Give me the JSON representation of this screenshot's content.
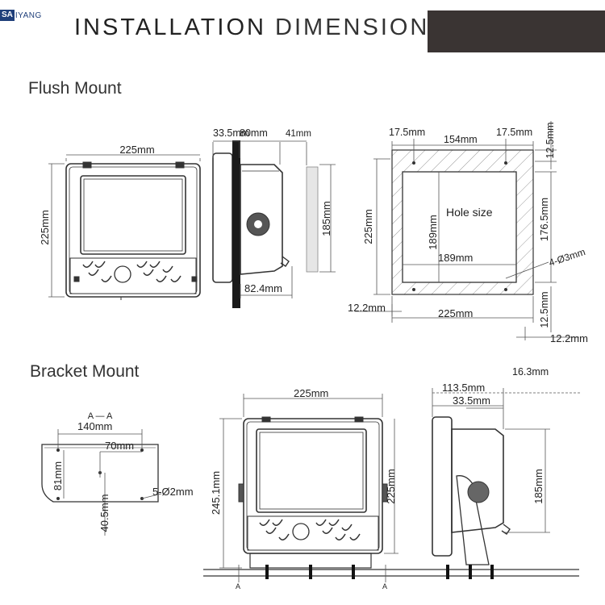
{
  "brand": {
    "logo_box": "SA",
    "logo_text": "IYANG"
  },
  "header": {
    "title_part1": "INSTALLATION",
    "title_part2": "DIMENSION",
    "bar_color": "#3a3433"
  },
  "sections": {
    "flush": "Flush Mount",
    "bracket": "Bracket Mount"
  },
  "flush_front": {
    "width": "225mm",
    "height": "225mm"
  },
  "flush_side": {
    "d1": "33.5mm",
    "d2": "80mm",
    "d3": "41mm",
    "h": "185mm",
    "d4": "82.4mm"
  },
  "flush_cutout": {
    "top_left": "17.5mm",
    "top_mid": "154mm",
    "top_right": "17.5mm",
    "right_top": "12.5mm",
    "height": "225mm",
    "hole_label": "Hole size",
    "hole_h": "189mm",
    "right_mid": "176.5mm",
    "hole_w": "189mm",
    "holes": "4-Ø3mm",
    "left_bottom": "12.2mm",
    "bottom_w": "225mm",
    "right_bottom": "12.5mm",
    "bottom_right": "12.2mm"
  },
  "bracket_section": {
    "label": "A — A",
    "w1": "140mm",
    "w2": "70mm",
    "h1": "81mm",
    "h2": "40.5mm",
    "holes": "5-Ø2mm"
  },
  "bracket_front": {
    "width": "225mm",
    "h_total": "245.1mm",
    "h_body": "225mm",
    "marker_left": "A",
    "marker_right": "A"
  },
  "bracket_side": {
    "d_top": "16.3mm",
    "d1": "113.5mm",
    "d2": "33.5mm",
    "h": "185mm"
  }
}
